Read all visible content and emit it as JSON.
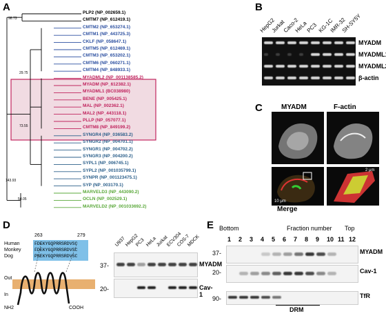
{
  "panels": {
    "A": "A",
    "B": "B",
    "C": "C",
    "D": "D",
    "E": "E"
  },
  "tree": {
    "leaves": [
      {
        "label": "PLP2 (NP_002659.1)",
        "color": "#000000"
      },
      {
        "label": "CMTM7 (NP_612419.1)",
        "color": "#000000"
      },
      {
        "label": "CMTM2 (NP_653274.1)",
        "color": "#2b4fa0"
      },
      {
        "label": "CMTM1 (NP_443725.3)",
        "color": "#2b4fa0"
      },
      {
        "label": "CKLF (NP_058647.1)",
        "color": "#2b4fa0"
      },
      {
        "label": "CMTM5 (NP_612469.1)",
        "color": "#2b4fa0"
      },
      {
        "label": "CMTM3 (NP_653202.1)",
        "color": "#2b4fa0"
      },
      {
        "label": "CMTM6 (NP_060271.1)",
        "color": "#2b4fa0"
      },
      {
        "label": "CMTM4 (NP_848933.1)",
        "color": "#2b4fa0"
      },
      {
        "label": "MYADML2 (NP_001138585.2)",
        "color": "#c0245e"
      },
      {
        "label": "MYADM (NP_612382.1)",
        "color": "#c0245e"
      },
      {
        "label": "MYADML1 (BC038980)",
        "color": "#c0245e"
      },
      {
        "label": "BENE (NP_005425.1)",
        "color": "#c0245e"
      },
      {
        "label": "MAL (NP_002362.1)",
        "color": "#c0245e"
      },
      {
        "label": "MAL2 (NP_443118.1)",
        "color": "#c0245e"
      },
      {
        "label": "PLLP (NP_057077.1)",
        "color": "#c0245e"
      },
      {
        "label": "CMTM8 (NP_849199.2)",
        "color": "#c0245e"
      },
      {
        "label": "SYNGR4 (NP_036583.2)",
        "color": "#2b5f8a"
      },
      {
        "label": "SYNGR2 (NP_004701.1)",
        "color": "#2b5f8a"
      },
      {
        "label": "SYNGR1 (NP_004702.2)",
        "color": "#2b5f8a"
      },
      {
        "label": "SYNGR3 (NP_004200.2)",
        "color": "#2b5f8a"
      },
      {
        "label": "SYPL1 (NP_006745.1)",
        "color": "#2b5f8a"
      },
      {
        "label": "SYPL2 (NP_001035799.1)",
        "color": "#2b5f8a"
      },
      {
        "label": "SYNPR (NP_001123475.1)",
        "color": "#2b5f8a"
      },
      {
        "label": "SYP (NP_003170.1)",
        "color": "#2b5f8a"
      },
      {
        "label": "MARVELD3 (NP_443090.2)",
        "color": "#5aa83a"
      },
      {
        "label": "OCLN (NP_002529.1)",
        "color": "#5aa83a"
      },
      {
        "label": "MARVELD2 (NP_001033692.2)",
        "color": "#5aa83a"
      }
    ],
    "node_values": [
      "98.73",
      "73.55",
      "143.93",
      "54.05",
      "29.75"
    ]
  },
  "panelB": {
    "cell_lines": [
      "HepG2",
      "Jurkat",
      "Caco-2",
      "HeLa",
      "PC3",
      "KG-1C",
      "IMR-32",
      "SH-SY5Y"
    ],
    "rows": [
      "MYADM",
      "MYADML1",
      "MYADML2",
      "β-actin"
    ]
  },
  "panelC": {
    "titles": [
      "MYADM",
      "F-actin"
    ],
    "merge": "Merge",
    "scale1": "10 μm",
    "scale2": "2 μm"
  },
  "panelD": {
    "topo_num_left": "263",
    "topo_num_right": "279",
    "species": [
      {
        "name": "Human",
        "seq": "FDEKYGQPRRSRDVSC"
      },
      {
        "name": "Monkey",
        "seq": "FDEKYGQPRRSRDVSC"
      },
      {
        "name": "Dog",
        "seq": "PNEKYGQPRRSRDVSC"
      }
    ],
    "out": "Out",
    "in": "In",
    "nh2": "NH2",
    "cooh": "COOH",
    "lanes": [
      "U937",
      "HepG2",
      "PC3",
      "HeLa",
      "Jurkat",
      "ECV304",
      "COS-7",
      "MDCK"
    ],
    "mw": [
      "37-",
      "20-"
    ],
    "blots": [
      "MYADM",
      "Cav-1"
    ]
  },
  "panelE": {
    "bottom": "Bottom",
    "top": "Top",
    "fraction_title": "Fraction number",
    "fractions": [
      "1",
      "2",
      "3",
      "4",
      "5",
      "6",
      "7",
      "8",
      "9",
      "10",
      "11",
      "12"
    ],
    "mw": [
      "37-",
      "20-",
      "90-"
    ],
    "blots": [
      "MYADM",
      "Cav-1",
      "TfR"
    ],
    "drm": "DRM"
  }
}
